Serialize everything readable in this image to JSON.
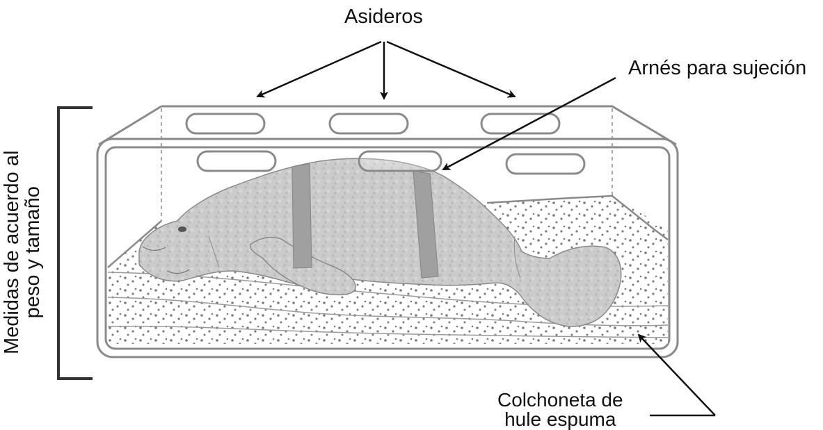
{
  "labels": {
    "handles": "Asideros",
    "harness": "Arnés para sujeción",
    "mat_line1": "Colchoneta de",
    "mat_line2": "hule espuma",
    "size_line1": "Medidas de acuerdo al",
    "size_line2": "peso y tamaño"
  },
  "icons": {
    "animal": "manatee-illustration",
    "container": "transport-box",
    "bracket": "dimension-bracket"
  },
  "colors": {
    "ink": "#111111",
    "outline": "#8a8a8a",
    "animal": "#c9c9c9",
    "harness": "#9e9e9e",
    "foam_dots": "#777777"
  }
}
